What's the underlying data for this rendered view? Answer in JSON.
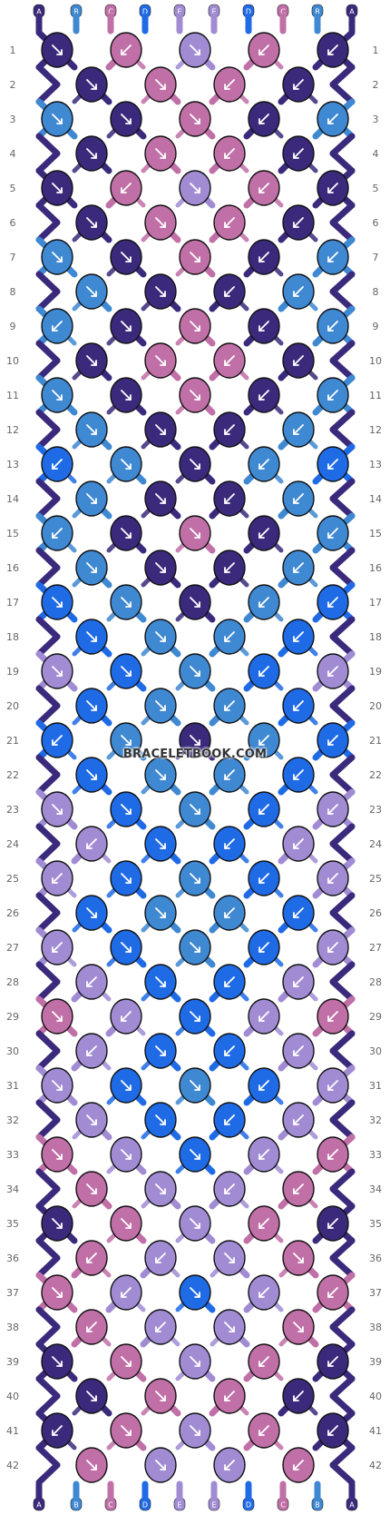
{
  "watermark": "BRACELETBOOK.COM",
  "strings": [
    "A",
    "B",
    "C",
    "D",
    "E",
    "E",
    "D",
    "C",
    "B",
    "A"
  ],
  "string_colors": {
    "A": "#3b2a7c",
    "B": "#3f88d2",
    "C": "#c06fa7",
    "D": "#1f6be6",
    "E": "#a18cd4"
  },
  "row_labels": [
    "1",
    "2",
    "3",
    "4",
    "5",
    "6",
    "7",
    "8",
    "9",
    "10",
    "11",
    "12",
    "13",
    "14",
    "15",
    "16",
    "17",
    "18",
    "19",
    "20",
    "21",
    "22",
    "23",
    "24",
    "25",
    "26",
    "27",
    "28",
    "29",
    "30",
    "31",
    "32",
    "33",
    "34",
    "35",
    "36",
    "37",
    "38",
    "39",
    "40",
    "41",
    "42"
  ],
  "knots": [
    [
      "A:dr",
      "C:dl",
      "E:dr",
      "C:dl",
      "A:dl"
    ],
    [
      "A:dr",
      "C:dr",
      "C:dl",
      "A:dl"
    ],
    [
      "B:dr",
      "A:dr",
      "C:dr",
      "A:dl",
      "B:dl"
    ],
    [
      "A:dr",
      "C:dr",
      "C:dl",
      "A:dl"
    ],
    [
      "A:dr",
      "C:dl",
      "E:dr",
      "C:dl",
      "A:dl"
    ],
    [
      "A:dr",
      "C:dr",
      "C:dl",
      "A:dl"
    ],
    [
      "B:dr",
      "A:dr",
      "C:dr",
      "A:dl",
      "B:dl"
    ],
    [
      "B:dr",
      "A:dr",
      "A:dl",
      "B:dl"
    ],
    [
      "B:dl",
      "A:dr",
      "C:dr",
      "A:dl",
      "B:dl"
    ],
    [
      "A:dr",
      "C:dr",
      "C:dl",
      "A:dl"
    ],
    [
      "B:dr",
      "A:dr",
      "C:dr",
      "A:dl",
      "B:dl"
    ],
    [
      "B:dr",
      "A:dr",
      "A:dl",
      "B:dl"
    ],
    [
      "D:dl",
      "B:dr",
      "A:dr",
      "B:dl",
      "D:dl"
    ],
    [
      "B:dr",
      "A:dr",
      "A:dl",
      "B:dl"
    ],
    [
      "B:dl",
      "A:dr",
      "C:dr",
      "A:dl",
      "B:dl"
    ],
    [
      "B:dr",
      "A:dr",
      "A:dl",
      "B:dl"
    ],
    [
      "D:dr",
      "B:dr",
      "A:dr",
      "B:dl",
      "D:dl"
    ],
    [
      "D:dr",
      "B:dr",
      "B:dl",
      "D:dl"
    ],
    [
      "E:dr",
      "D:dr",
      "B:dr",
      "D:dl",
      "E:dl"
    ],
    [
      "D:dr",
      "B:dr",
      "B:dl",
      "D:dl"
    ],
    [
      "D:dl",
      "B:dr",
      "A:dr",
      "B:dl",
      "D:dl"
    ],
    [
      "D:dr",
      "B:dr",
      "B:dl",
      "D:dl"
    ],
    [
      "E:dr",
      "D:dr",
      "B:dr",
      "D:dl",
      "E:dl"
    ],
    [
      "E:dl",
      "D:dr",
      "D:dl",
      "E:dl"
    ],
    [
      "E:dl",
      "D:dr",
      "B:dr",
      "D:dl",
      "E:dl"
    ],
    [
      "D:dr",
      "B:dr",
      "B:dl",
      "D:dl"
    ],
    [
      "E:dl",
      "D:dr",
      "B:dr",
      "D:dl",
      "E:dl"
    ],
    [
      "E:dl",
      "D:dr",
      "D:dl",
      "E:dl"
    ],
    [
      "C:dr",
      "E:dl",
      "D:dr",
      "E:dl",
      "C:dl"
    ],
    [
      "E:dl",
      "D:dr",
      "D:dl",
      "E:dl"
    ],
    [
      "E:dr",
      "D:dr",
      "B:dr",
      "D:dl",
      "E:dl"
    ],
    [
      "E:dr",
      "D:dr",
      "D:dl",
      "E:dl"
    ],
    [
      "C:dr",
      "E:dr",
      "D:dr",
      "E:dl",
      "C:dl"
    ],
    [
      "C:dr",
      "E:dr",
      "E:dl",
      "C:dl"
    ],
    [
      "A:dr",
      "C:dr",
      "E:dr",
      "C:dl",
      "A:dl"
    ],
    [
      "C:dl",
      "E:dl",
      "E:dr",
      "C:dr"
    ],
    [
      "C:dr",
      "E:dl",
      "D:dr",
      "E:dl",
      "C:dl"
    ],
    [
      "C:dl",
      "E:dl",
      "E:dr",
      "C:dr"
    ],
    [
      "A:dr",
      "C:dr",
      "E:dr",
      "C:dl",
      "A:dl"
    ],
    [
      "A:dr",
      "C:dr",
      "C:dl",
      "A:dl"
    ],
    [
      "A:dl",
      "C:dr",
      "E:dr",
      "C:dl",
      "A:dl"
    ],
    [
      "C:dr",
      "E:dr",
      "E:dl",
      "C:dl"
    ]
  ]
}
